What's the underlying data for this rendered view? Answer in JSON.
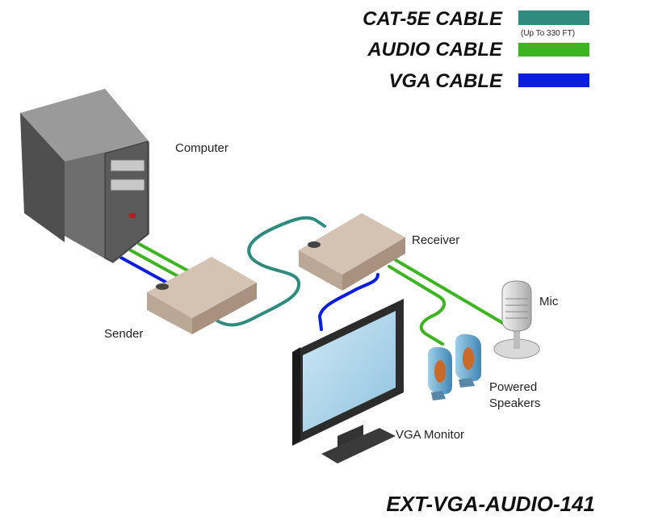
{
  "legend": {
    "cat5e": {
      "label": "CAT-5E CABLE",
      "note": "(Up To 330 FT)",
      "color": "#2e8b7e"
    },
    "audio": {
      "label": "AUDIO CABLE",
      "color": "#3cb521"
    },
    "vga": {
      "label": "VGA CABLE",
      "color": "#0b1ee0"
    }
  },
  "devices": {
    "computer": "Computer",
    "sender": "Sender",
    "receiver": "Receiver",
    "mic": "Mic",
    "speakers_line1": "Powered",
    "speakers_line2": "Speakers",
    "monitor": "VGA Monitor"
  },
  "model": "EXT-VGA-AUDIO-141"
}
